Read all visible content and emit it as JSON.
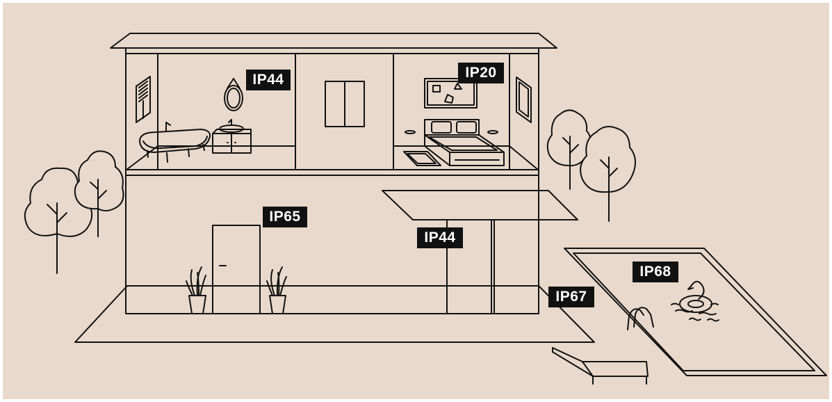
{
  "colors": {
    "background": "#e8d9cc",
    "line": "#111111",
    "label_background": "#111111",
    "label_text": "#ffffff"
  },
  "labels": {
    "bathroom": "IP44",
    "bedroom": "IP20",
    "front_door": "IP65",
    "canopy": "IP44",
    "garden_path": "IP67",
    "pool": "IP68"
  }
}
